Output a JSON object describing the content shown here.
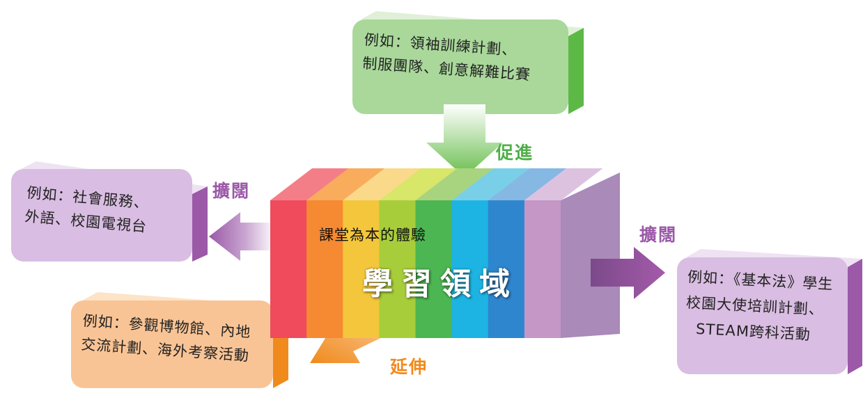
{
  "center_block": {
    "subtitle": "課堂為本的體驗",
    "title": "學習領域",
    "stripe_colors": [
      "#ef4b5c",
      "#f58a33",
      "#f4c63b",
      "#a7cd3b",
      "#4cb652",
      "#1db4e3",
      "#2e86cf",
      "#c497c7"
    ],
    "top_colors": [
      "#f47e87",
      "#f8ac5c",
      "#fbd98a",
      "#d8e66a",
      "#a8d47f",
      "#7acfe8",
      "#85b8e3",
      "#ddc2e0"
    ],
    "side_color": "#a98ab8"
  },
  "boxes": {
    "top": {
      "lines": [
        "例如：領袖訓練計劃、",
        "制服團隊、創意解難比賽"
      ],
      "color": "#a9d89a"
    },
    "left": {
      "lines": [
        "例如：社會服務、",
        "外語、校園電視台"
      ],
      "color": "#d9bde2"
    },
    "right": {
      "lines": [
        "例如：《基本法》學生",
        "校園大使培訓計劃、",
        "STEAM跨科活動"
      ],
      "color": "#d9bde2"
    },
    "bottom": {
      "lines": [
        "例如：參觀博物館、內地",
        "交流計劃、海外考察活動"
      ],
      "color": "#f9c495"
    }
  },
  "arrows": {
    "top": {
      "label": "促進",
      "color": "#4fae48"
    },
    "left": {
      "label": "擴闊",
      "color": "#9b59a8"
    },
    "right": {
      "label": "擴闊",
      "color": "#9b59a8"
    },
    "bottom": {
      "label": "延伸",
      "color": "#f08a1c"
    }
  }
}
